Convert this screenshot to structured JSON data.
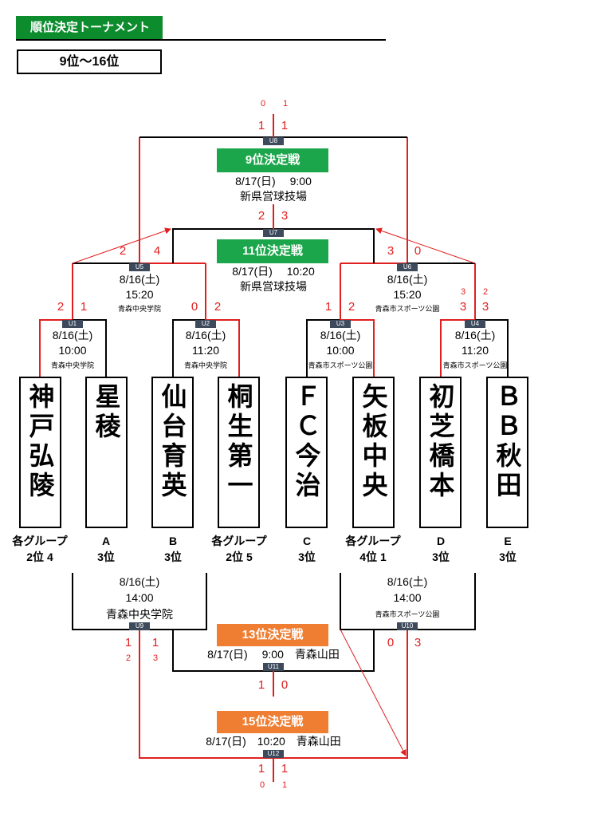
{
  "header": {
    "title": "順位決定トーナメント",
    "range": "9位～16位"
  },
  "teams": [
    {
      "name": "神戸弘陵",
      "seed1": "各グループ",
      "seed2": "2位 4"
    },
    {
      "name": "星稜",
      "seed1": "A",
      "seed2": "3位"
    },
    {
      "name": "仙台育英",
      "seed1": "B",
      "seed2": "3位"
    },
    {
      "name": "桐生第一",
      "seed1": "各グループ",
      "seed2": "2位 5"
    },
    {
      "name": "ＦＣ今治",
      "seed1": "C",
      "seed2": "3位"
    },
    {
      "name": "矢板中央",
      "seed1": "各グループ",
      "seed2": "4位 1"
    },
    {
      "name": "初芝橋本",
      "seed1": "D",
      "seed2": "3位"
    },
    {
      "name": "ＢＢ秋田",
      "seed1": "E",
      "seed2": "3位"
    }
  ],
  "matches": {
    "u1": {
      "tag": "U1",
      "date": "8/16(土)",
      "time": "10:00",
      "venue": "青森中央学院",
      "scores": [
        "2",
        "1"
      ]
    },
    "u2": {
      "tag": "U2",
      "date": "8/16(土)",
      "time": "11:20",
      "venue": "青森中央学院",
      "scores": [
        "0",
        "2"
      ]
    },
    "u3": {
      "tag": "U3",
      "date": "8/16(土)",
      "time": "10:00",
      "venue": "青森市スポーツ公園",
      "scores": [
        "1",
        "2"
      ]
    },
    "u4": {
      "tag": "U4",
      "date": "8/16(土)",
      "time": "11:20",
      "venue": "青森市スポーツ公園",
      "scores": [
        "3",
        "3"
      ],
      "pk": [
        "3",
        "2"
      ]
    },
    "u5": {
      "tag": "U5",
      "date": "8/16(土)",
      "time": "15:20",
      "venue": "青森中央学院",
      "scores": [
        "2",
        "4"
      ]
    },
    "u6": {
      "tag": "U6",
      "date": "8/16(土)",
      "time": "15:20",
      "venue": "青森市スポーツ公園",
      "scores": [
        "3",
        "0"
      ]
    },
    "u7": {
      "tag": "U7",
      "title": "11位決定戦",
      "datetime": "8/17(日)　 10:20",
      "venue": "新県営球技場",
      "scores": [
        "2",
        "3"
      ]
    },
    "u8": {
      "tag": "U8",
      "title": "9位決定戦",
      "datetime": "8/17(日)　 9:00",
      "venue": "新県営球技場",
      "scores": [
        "1",
        "1"
      ],
      "pk": [
        "0",
        "1"
      ]
    },
    "u9": {
      "tag": "U9",
      "date": "8/16(土)",
      "time": "14:00",
      "venue": "青森中央学院",
      "scores": [
        "1",
        "1"
      ],
      "pk": [
        "2",
        "3"
      ]
    },
    "u10": {
      "tag": "U10",
      "date": "8/16(土)",
      "time": "14:00",
      "venue": "青森市スポーツ公園",
      "scores": [
        "0",
        "3"
      ]
    },
    "u11": {
      "tag": "U11",
      "title": "13位決定戦",
      "datetime": "8/17(日)　 9:00　青森山田",
      "scores": [
        "1",
        "0"
      ]
    },
    "u12": {
      "tag": "U12",
      "title": "15位決定戦",
      "datetime": "8/17(日)　10:20　青森山田",
      "scores": [
        "1",
        "1"
      ],
      "pk": [
        "0",
        "1"
      ]
    }
  },
  "colors": {
    "win": "#e02020",
    "line": "#000000",
    "banner_green": "#1ca64b",
    "banner_orange": "#ef7e33",
    "header_green": "#0d8c2e",
    "tag": "#3c4a5c"
  }
}
